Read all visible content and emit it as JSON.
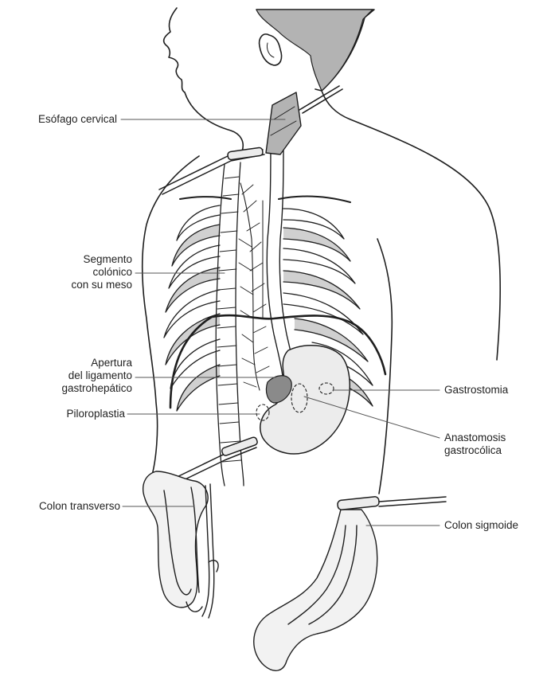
{
  "figure": {
    "colors": {
      "ink": "#1e1e1e",
      "shade": "#b3b3b3",
      "organ_fill": "#ececec",
      "leader": "#555555"
    },
    "labels": {
      "esofago": "Esófago cervical",
      "segmento": [
        "Segmento",
        "colónico",
        "con su meso"
      ],
      "apertura": [
        "Apertura",
        "del ligamento",
        "gastrohepático"
      ],
      "piloroplastia": "Piloroplastia",
      "colon_transverso": "Colon transverso",
      "gastrostomia": "Gastrostomia",
      "anastomosis": [
        "Anastomosis",
        "gastrocólica"
      ],
      "colon_sigmoide": "Colon sigmoide"
    }
  }
}
